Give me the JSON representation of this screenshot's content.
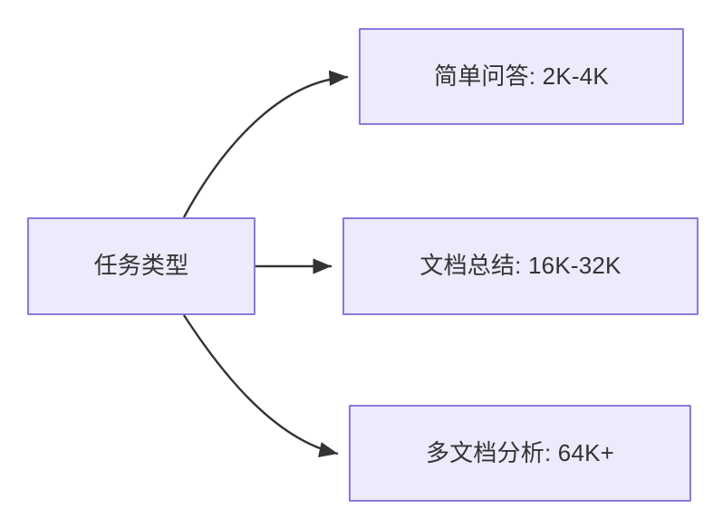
{
  "diagram": {
    "type": "flowchart",
    "direction": "left-to-right",
    "background_color": "#FFFFFF",
    "node_fill_color": "#ECEAFB",
    "node_border_color": "#8D78D8",
    "node_text_color": "#333333",
    "edge_color": "#333333",
    "nodes": [
      {
        "id": "source",
        "label": "任务类型"
      },
      {
        "id": "task1",
        "label": "简单问答: 2K-4K"
      },
      {
        "id": "task2",
        "label": "文档总结: 16K-32K"
      },
      {
        "id": "task3",
        "label": "多文档分析: 64K+"
      }
    ],
    "edges": [
      {
        "from": "source",
        "to": "task1",
        "style": "curved",
        "arrow": "arrowhead-end"
      },
      {
        "from": "source",
        "to": "task2",
        "style": "straight",
        "arrow": "arrowhead-end"
      },
      {
        "from": "source",
        "to": "task3",
        "style": "curved",
        "arrow": "arrowhead-end"
      }
    ]
  }
}
